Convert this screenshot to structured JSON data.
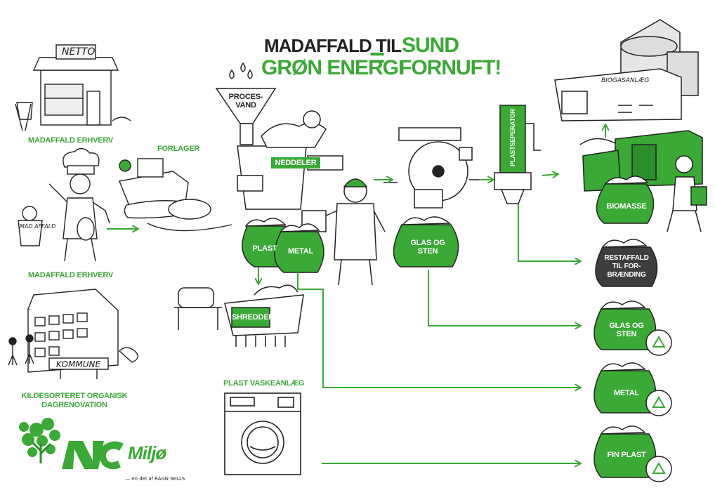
{
  "headline": {
    "line1": "MADAFFALD TIL",
    "line2": "GRØN ENERGI",
    "line3": "SUND",
    "line4": "FORNUFT!",
    "equals_sign": "="
  },
  "colors": {
    "accent": "#3aa935",
    "ink": "#222222",
    "white": "#ffffff"
  },
  "sources": {
    "shop_sign": "NETTO",
    "shop_label": "MADAFFALD ERHVERV",
    "chef_label": "MADAFFALD ERHVERV",
    "bin_text": "MAD AFFALD",
    "municipality_sign": "KOMMUNE",
    "municipality_label_1": "KILDESORTERET ORGANISK",
    "municipality_label_2": "DAGRENOVATION"
  },
  "process": {
    "forlager": "FORLAGER",
    "procesvand_1": "PROCES-",
    "procesvand_2": "VAND",
    "neddeler": "NEDDELER",
    "plast": "PLAST",
    "metal": "METAL",
    "glas_og_sten_1": "GLAS OG",
    "glas_og_sten_2": "STEN",
    "plastseperator": "PLASTSEPERATOR",
    "shredder": "SHREDDER",
    "plast_vaskeanlaeg": "PLAST VASKEANLÆG"
  },
  "outputs": {
    "biogasanlaeg": "BIOGASANLÆG",
    "biomasse": "BIOMASSE",
    "restaffald_1": "RESTAFFALD",
    "restaffald_2": "TIL FOR-",
    "restaffald_3": "BRÆNDING",
    "glas_1": "GLAS OG",
    "glas_2": "STEN",
    "metal": "METAL",
    "fin_plast": "FIN PLAST"
  },
  "logo": {
    "brand": "NC",
    "brand_suffix": "Miljø",
    "tagline": "— en del af RAGN SELLS"
  }
}
